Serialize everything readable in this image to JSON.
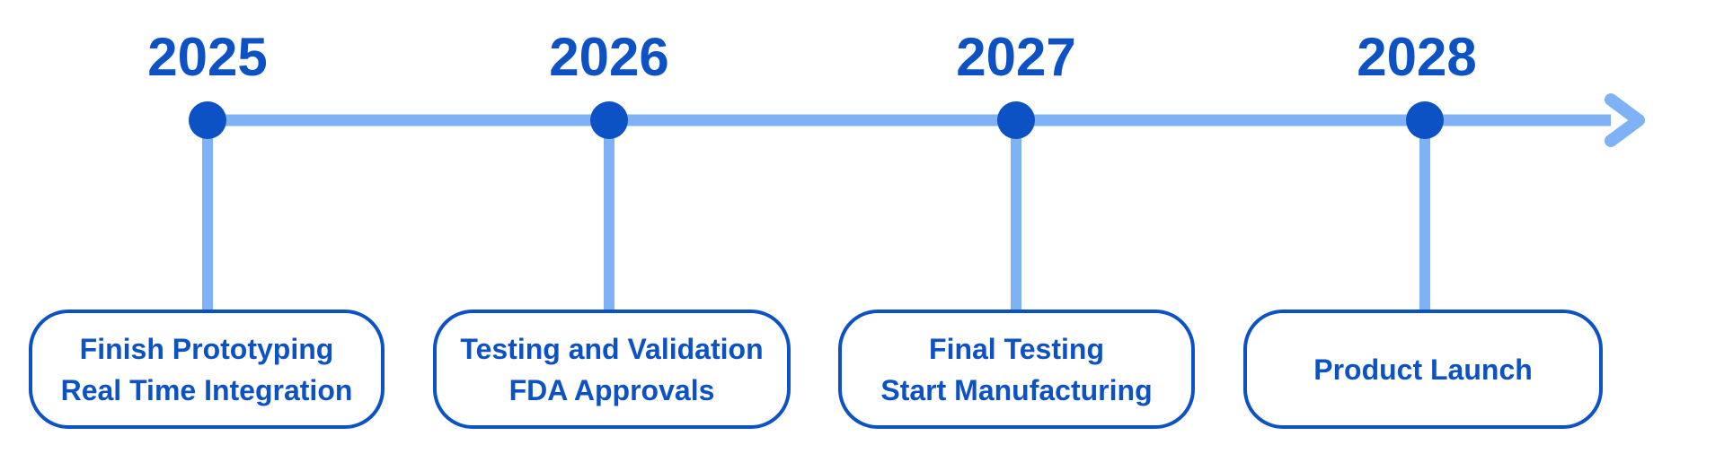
{
  "colors": {
    "primary": "#0d52c4",
    "secondary": "#7fb2f4",
    "background": "#ffffff"
  },
  "timeline": {
    "type": "horizontal-roadmap",
    "arrow_direction": "right",
    "milestones": [
      {
        "year": "2025",
        "lines": [
          "Finish Prototyping",
          "Real Time Integration"
        ]
      },
      {
        "year": "2026",
        "lines": [
          "Testing and Validation",
          "FDA Approvals"
        ]
      },
      {
        "year": "2027",
        "lines": [
          "Final Testing",
          "Start Manufacturing"
        ]
      },
      {
        "year": "2028",
        "lines": [
          "Product Launch"
        ]
      }
    ]
  }
}
